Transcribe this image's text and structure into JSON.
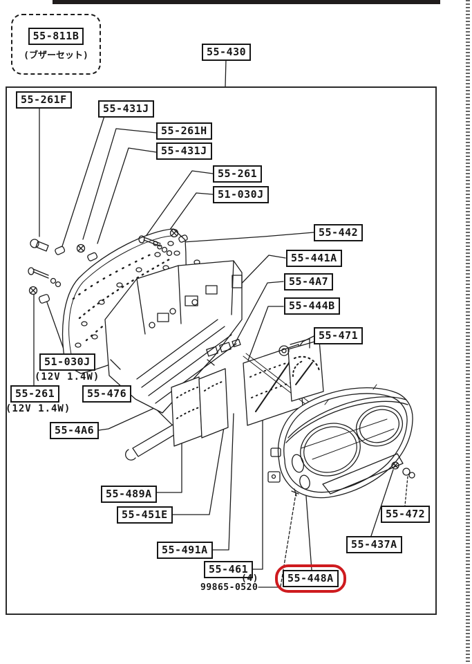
{
  "page": {
    "background": "#ffffff",
    "ink": "#1c1c1c",
    "highlight_color": "#ce1b1f",
    "kind": "exploded-parts-diagram"
  },
  "buzzer_card": {
    "part_no": "55-811B",
    "caption": "(ブザーセット)"
  },
  "top_label": "55-430",
  "labels": {
    "l261F": "55-261F",
    "l431J_1": "55-431J",
    "l261H": "55-261H",
    "l431J_2": "55-431J",
    "l261_1": "55-261",
    "l030J_1": "51-030J",
    "l442": "55-442",
    "l441A": "55-441A",
    "l4A7": "55-4A7",
    "l444B": "55-444B",
    "l471": "55-471",
    "l030J_2": "51-030J",
    "l030J_2_sub": "(12V 1.4W)",
    "l261_2": "55-261",
    "l261_2_sub": "(12V 1.4W)",
    "l476": "55-476",
    "l4A6": "55-4A6",
    "l489A": "55-489A",
    "l451E": "55-451E",
    "l491A": "55-491A",
    "l461": "55-461",
    "l448A": "55-448A",
    "l472": "55-472",
    "l437A": "55-437A",
    "qty_note": "(4)",
    "screw_part": "99865-0520"
  },
  "highlight": {
    "part_no": "55-448A",
    "shape": "stadium-ring",
    "color": "#ce1b1f"
  }
}
